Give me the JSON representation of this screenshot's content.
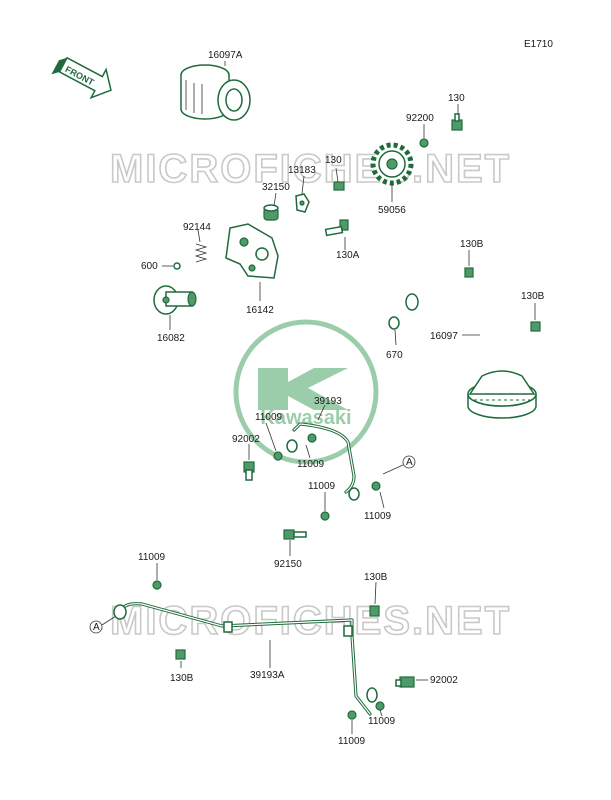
{
  "diagram_code": "E1710",
  "front_label": "FRONT",
  "watermark_text": "MICROFICHES.NET",
  "logo_text": "Kawasaki",
  "colors": {
    "part_stroke": "#1f6b3c",
    "part_fill": "#4f9a68",
    "logo": "#7fbf95",
    "watermark": "#c9c9c9"
  },
  "parts": {
    "p16097A": "16097A",
    "p130_top": "130",
    "p92200": "92200",
    "p13183": "13183",
    "p130_mid": "130",
    "p32150": "32150",
    "p59056": "59056",
    "p92144": "92144",
    "p130A": "130A",
    "p600": "600",
    "p130B_a": "130B",
    "p130B_b": "130B",
    "p16142": "16142",
    "p16082": "16082",
    "p16097": "16097",
    "p670": "670",
    "p39193": "39193",
    "p11009_a": "11009",
    "p92002_a": "92002",
    "p11009_b": "11009",
    "p11009_c": "11009",
    "p11009_d": "11009",
    "p92150": "92150",
    "ref_A1": "A",
    "p11009_e": "11009",
    "p130B_c": "130B",
    "ref_A2": "A",
    "p130B_d": "130B",
    "p39193A": "39193A",
    "p92002_b": "92002",
    "p11009_f": "11009",
    "p11009_g": "11009"
  }
}
